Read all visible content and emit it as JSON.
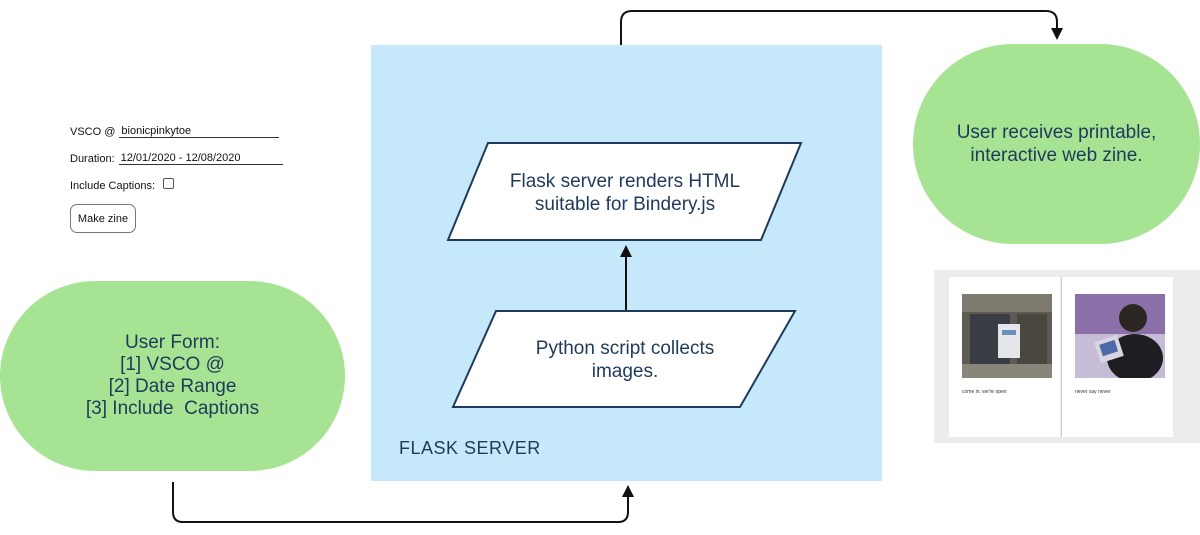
{
  "form": {
    "vsco_label": "VSCO @",
    "vsco_value": "bionicpinkytoe",
    "duration_label": "Duration:",
    "duration_value": "12/01/2020 - 12/08/2020",
    "captions_label": "Include Captions:",
    "captions_checked": false,
    "button_label": "Make zine"
  },
  "diagram": {
    "user_form_lines": [
      "User Form:",
      "[1] VSCO @",
      "[2] Date Range",
      "[3] Include  Captions"
    ],
    "python_lines": [
      "Python script collects",
      "images."
    ],
    "flask_render_lines": [
      "Flask server renders HTML",
      "suitable for Bindery.js"
    ],
    "result_lines": [
      "User receives printable,",
      "interactive web zine."
    ],
    "server_label": "FLASK SERVER"
  },
  "zine": {
    "left_caption": "come in. we're open",
    "right_caption": "never say never"
  },
  "colors": {
    "server_bg": "#c5e8fb",
    "terminal_green": "#a6e494",
    "text_navy": "#1f3a5a"
  }
}
